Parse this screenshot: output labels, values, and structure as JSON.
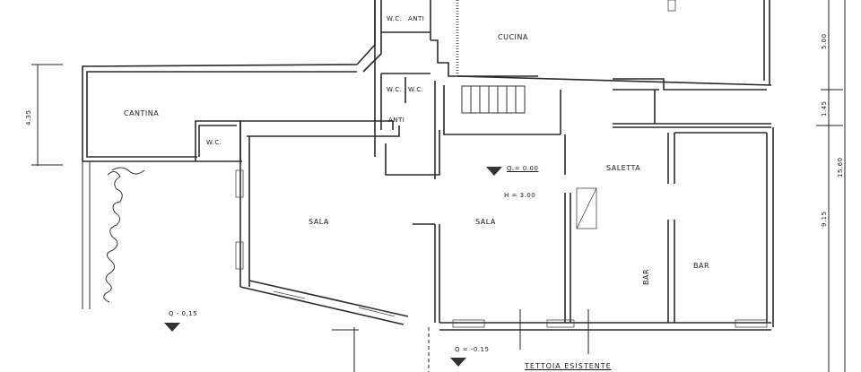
{
  "drawing": {
    "type": "architectural-floor-plan",
    "rooms": {
      "cantina": "CANTINA",
      "wc_cantina": "W.C.",
      "wc_top": "W.C.",
      "anti_top": "ANTI",
      "wc_mid_left": "W.C.",
      "wc_mid_right": "W.C.",
      "anti_mid": "ANTI",
      "cucina": "CUCINA",
      "sala_left": "SALA",
      "sala_center": "SALA",
      "saletta": "SALETTA",
      "bar_counter": "BAR",
      "bar_room": "BAR"
    },
    "levels": {
      "center_level": "Q.= 0.00",
      "center_height": "H = 3.00",
      "left_level": "Q - 0,15",
      "bottom_level": "Q = -0.15"
    },
    "dimensions": {
      "left_vertical": "4.35",
      "right_segment_1": "5.00",
      "right_segment_2": "1.45",
      "right_segment_3": "9.15",
      "right_total": "15.60"
    },
    "footer_text": "TETTOIA ESISTENTE"
  }
}
